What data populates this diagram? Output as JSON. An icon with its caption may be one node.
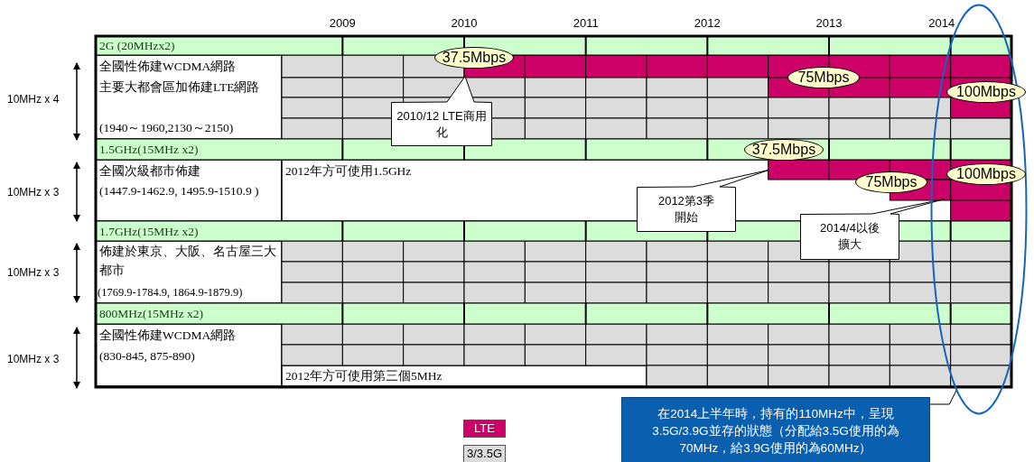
{
  "diagram": {
    "nodes": [
      {
        "text": [
          "37.5Mbps"
        ]
      },
      {
        "text": [
          "75Mbps"
        ]
      },
      {
        "text": [
          "100Mbps"
        ],
        "in": 10
      },
      {
        "text": [
          "2010/12 LTE商用化"
        ]
      },
      {
        "text": [
          "37.5Mbps"
        ]
      },
      {
        "text": [
          "100Mbps"
        ],
        "in": 10
      },
      {
        "text": [
          "75Mbps"
        ]
      },
      {
        "text": [
          "2012第3季開始"
        ]
      },
      {
        "text": [
          "2014/4以後擴大"
        ]
      },
      {
        "text": [
          "在2014上半年時，持有的110MHz中，呈現3.5G/3.9G並存的狀態（分配給3.5G使用的為70MHz，給3.9G使用的為60MHz）"
        ]
      },
      {
        "text": [],
        "shape": "ellipse"
      }
    ],
    "edges": [
      {
        "from": 9,
        "to": 10,
        "arrow": "none"
      }
    ],
    "labels": [
      "2009",
      "2010",
      "2011",
      "2012",
      "2013",
      "2014",
      "2G (20MHzx2)",
      "10MHz x 4",
      "全國性佈建WCDMA網路",
      "主要大都會區加佈建LTE網路",
      "(1940～1960,2130～2150)",
      "1.5GHz(15MHz x2)",
      "10MHz x 3",
      "全國次級都市佈建",
      "(1447.9-1462.9, 1495.9-1510.9 )",
      "2012年方可使用1.5GHz",
      "1.7GHz(15MHz x2)",
      "10MHz x 3",
      "佈建於東京、大阪、名古屋三大都市",
      "(1769.9-1784.9, 1864.9-1879.9)",
      "800MHz(15MHz x2)",
      "10MHz x 3",
      "全國性佈建WCDMA網路",
      "(830-845, 875-890)",
      "2012年方可使用第三個5MHz"
    ],
    "legend": [
      {
        "text": "LTE",
        "color": "#cc0066"
      },
      {
        "text": "3/3.5G",
        "color": "#dcdcdc"
      }
    ]
  }
}
